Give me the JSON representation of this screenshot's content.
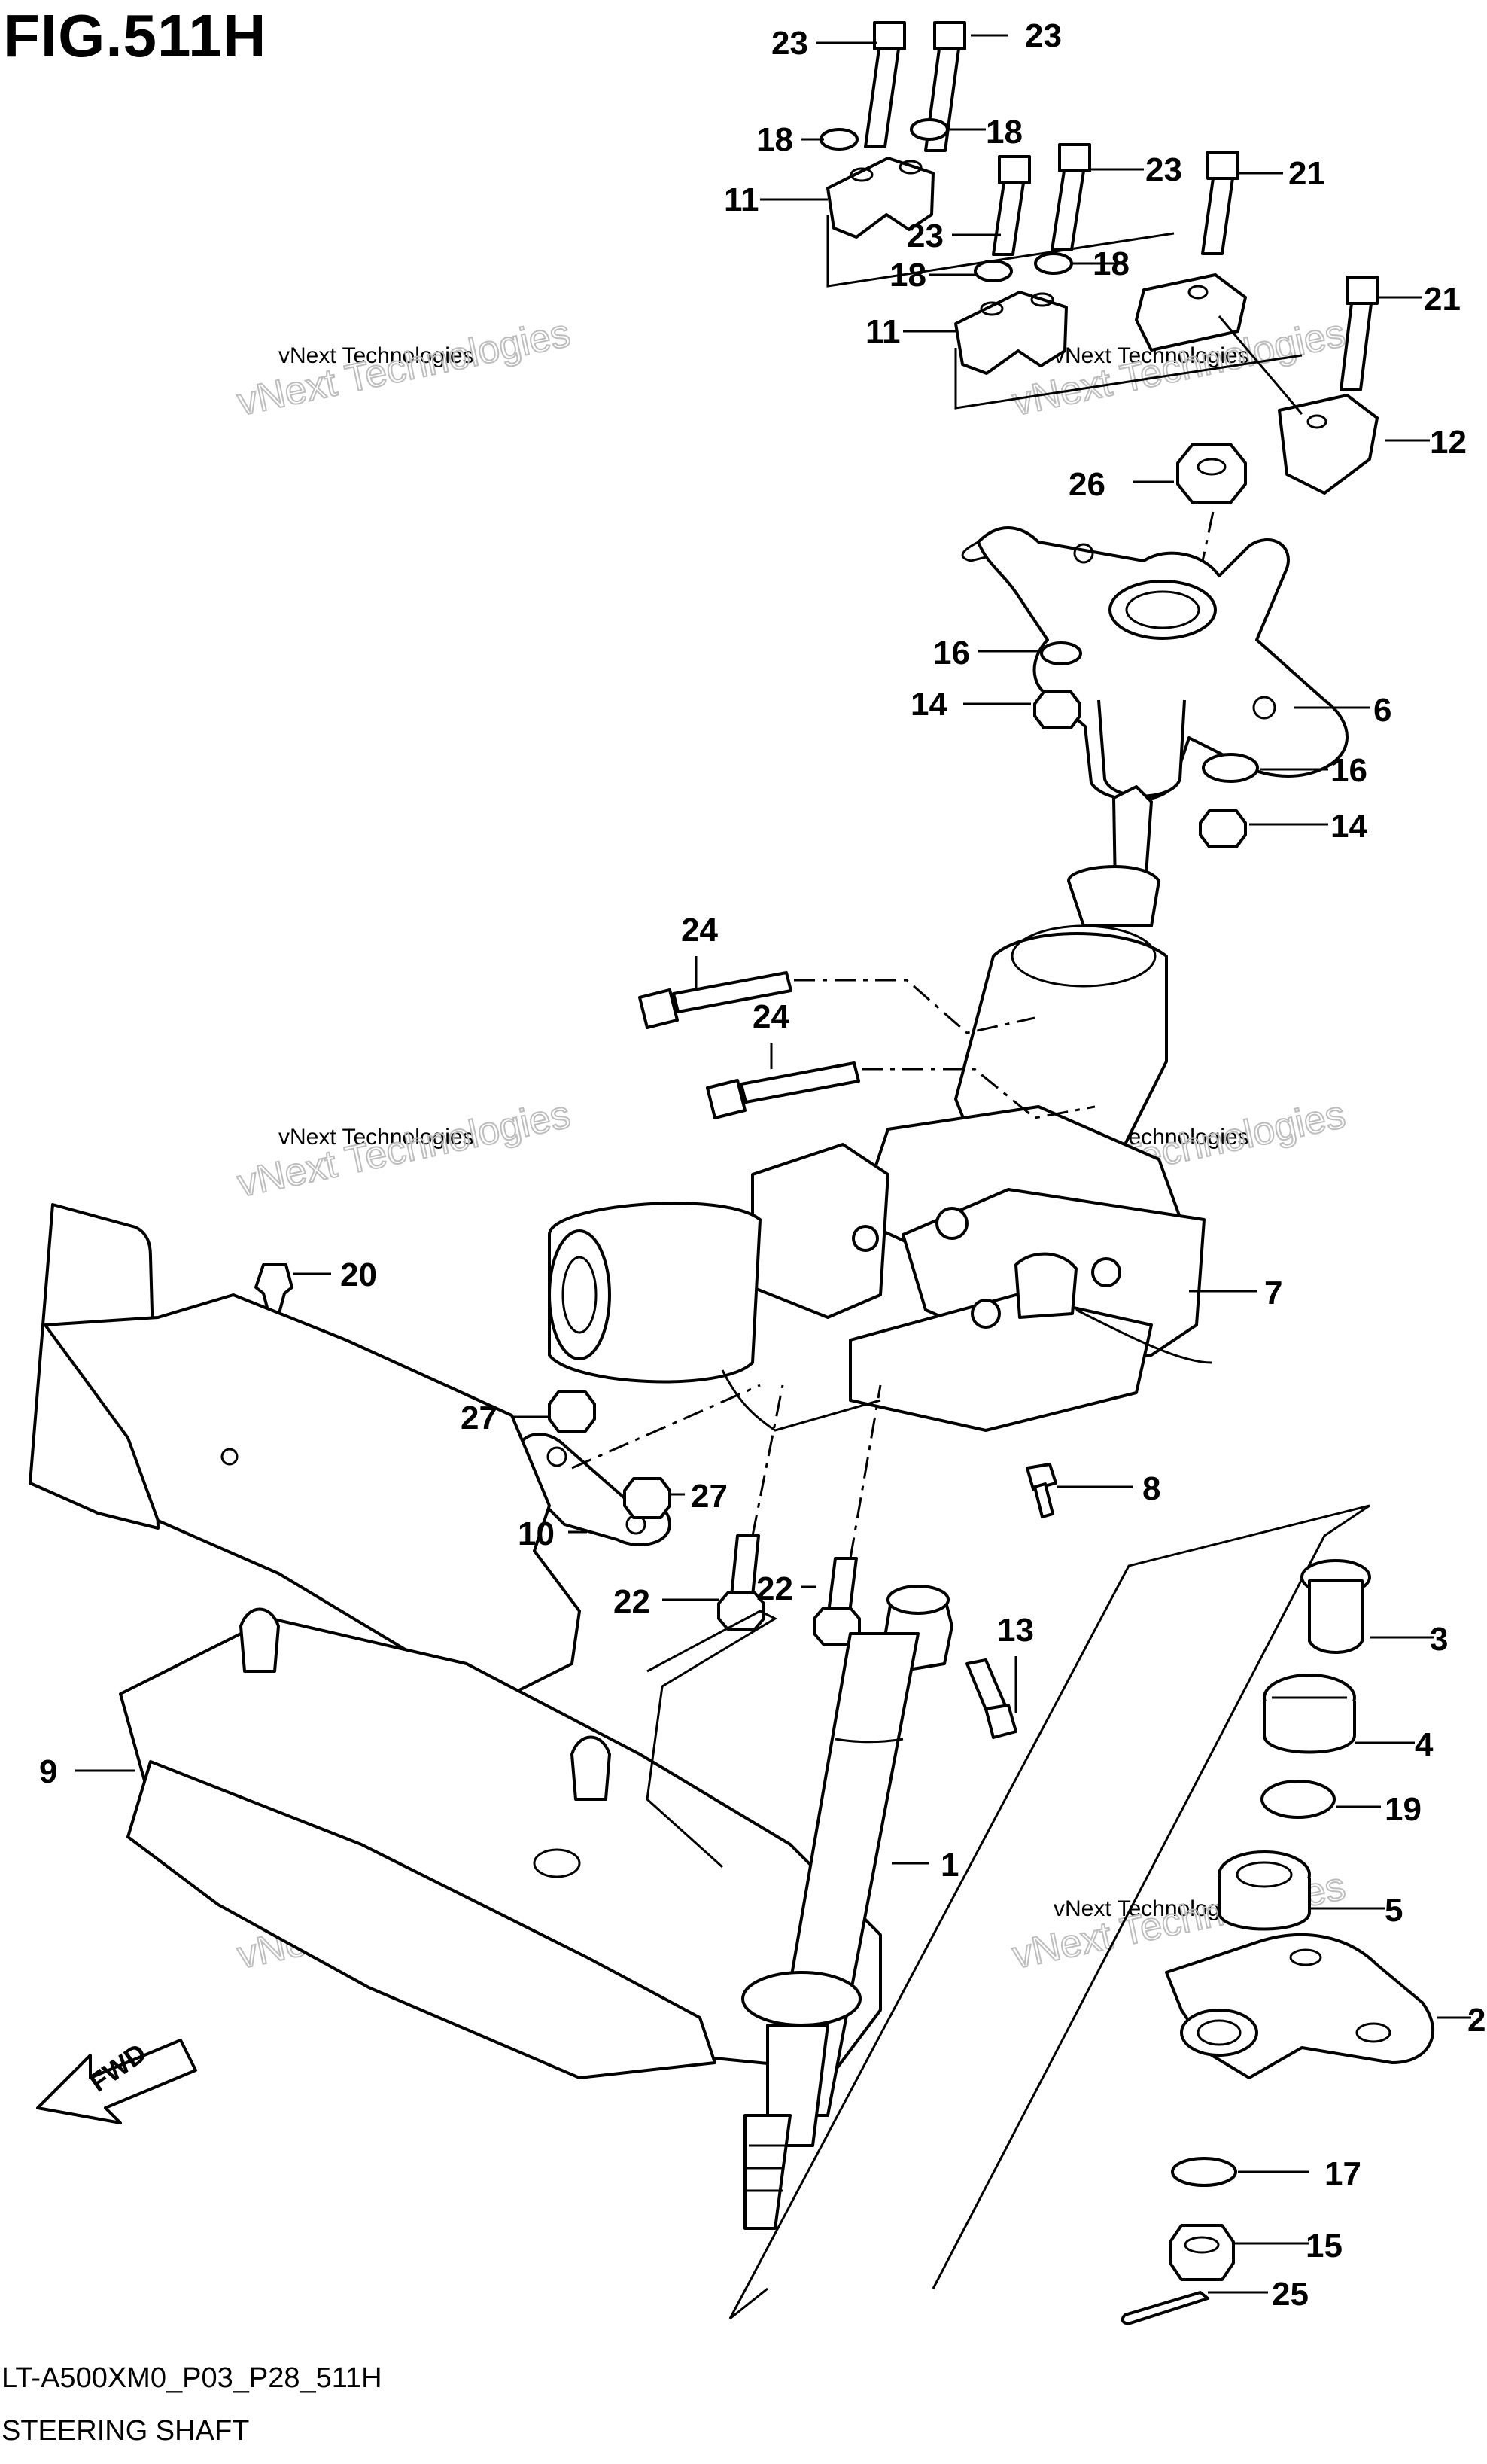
{
  "header": {
    "figure": "FIG.511H"
  },
  "footer": {
    "code": "LT-A500XM0_P03_P28_511H",
    "name": "STEERING SHAFT"
  },
  "watermark": {
    "line1": "vNext Technologies",
    "line2": "vNext Technologies"
  },
  "fwd_label": "FWD",
  "callouts": {
    "c1": "23",
    "c2": "23",
    "c3": "18",
    "c4": "18",
    "c5": "11",
    "c6": "23",
    "c7": "23",
    "c8": "21",
    "c9": "18",
    "c10": "18",
    "c11": "11",
    "c12": "21",
    "c13": "12",
    "c14": "26",
    "c15": "16",
    "c16": "14",
    "c17": "6",
    "c18": "16",
    "c19": "14",
    "c20": "24",
    "c21": "24",
    "c22": "7",
    "c23": "20",
    "c24": "27",
    "c25": "27",
    "c26": "10",
    "c27": "8",
    "c28": "22",
    "c29": "22",
    "c30": "13",
    "c31": "3",
    "c32": "9",
    "c33": "4",
    "c34": "19",
    "c35": "1",
    "c36": "5",
    "c37": "2",
    "c38": "17",
    "c39": "15",
    "c40": "25"
  }
}
